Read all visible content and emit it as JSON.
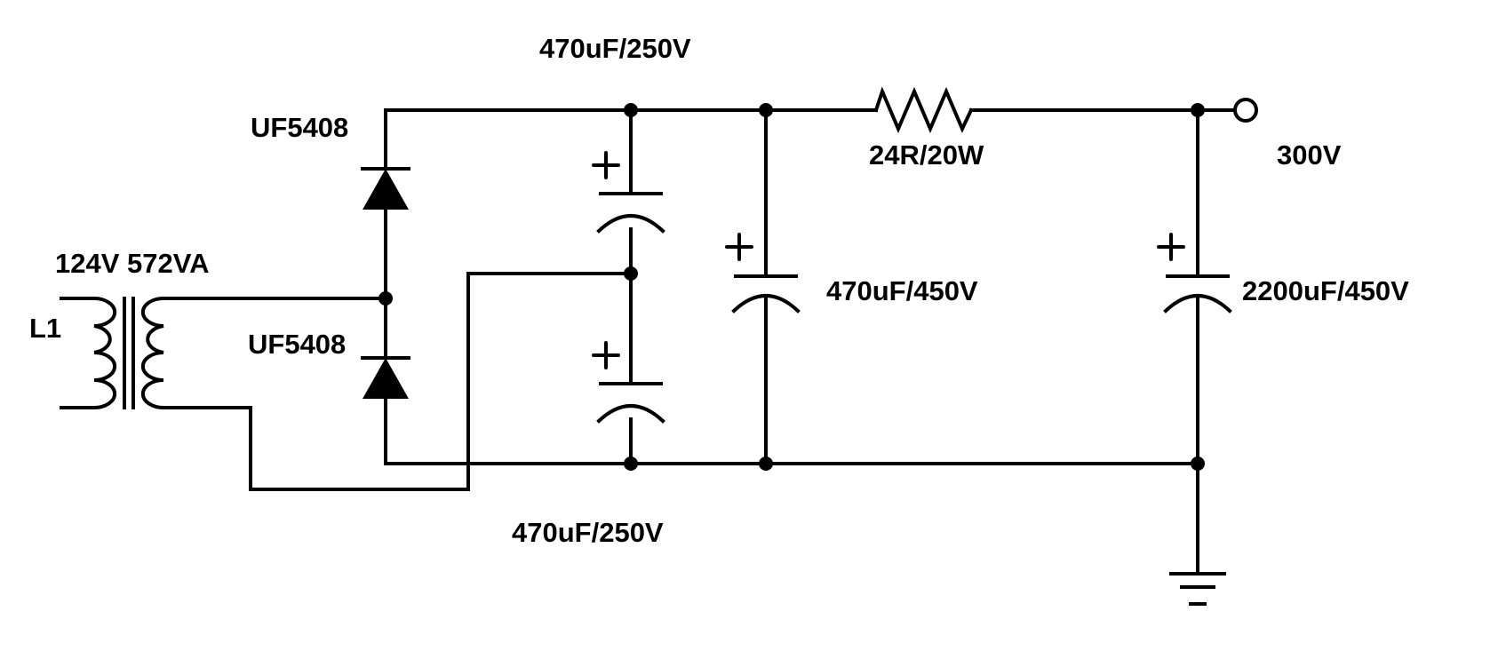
{
  "labels": {
    "c_top": "470uF/250V",
    "c_bottom": "470uF/250V",
    "c_mid": "470uF/450V",
    "c_out": "2200uF/450V",
    "d_top": "UF5408",
    "d_bottom": "UF5408",
    "resistor": "24R/20W",
    "output": "300V",
    "transformer_rating": "124V 572VA",
    "transformer_ref": "L1"
  },
  "colors": {
    "stroke": "#000000",
    "background": "#ffffff"
  }
}
